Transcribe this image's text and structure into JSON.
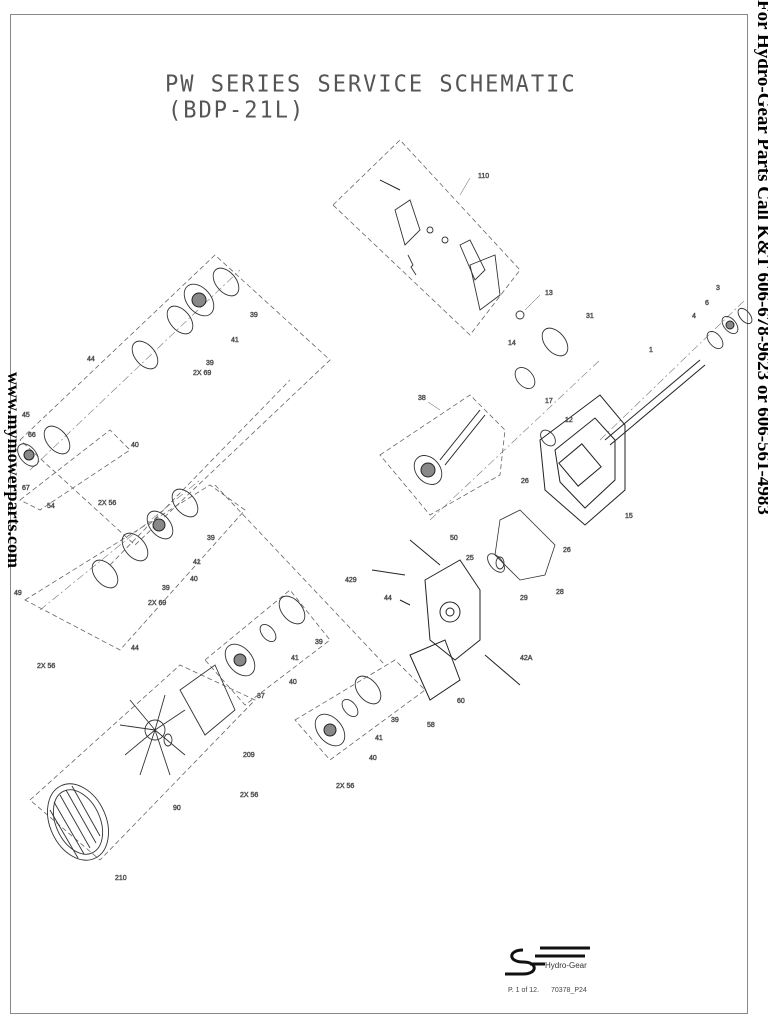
{
  "title": {
    "line1": "PW SERIES SERVICE SCHEMATIC",
    "line2": "(BDP-21L)"
  },
  "side_text": {
    "right": "For Hydro-Gear Parts Call K&T 606-678-9623 or 606-561-4983",
    "left": "www.mymowerparts.com"
  },
  "logo": {
    "name": "Hydro-Gear"
  },
  "footer": {
    "page": "P. 1 of 12.",
    "code": "70378_P24"
  },
  "callouts": [
    "110",
    "13",
    "31",
    "14",
    "17",
    "3",
    "6",
    "4",
    "1",
    "38",
    "12",
    "26",
    "15",
    "26",
    "50",
    "25",
    "429",
    "44",
    "28",
    "29",
    "42A",
    "60",
    "58",
    "39",
    "41",
    "40",
    "2X 56",
    "39",
    "41",
    "2X 69",
    "39",
    "44",
    "45",
    "66",
    "40",
    "54",
    "67",
    "2X 56",
    "39",
    "41",
    "2X 69",
    "39",
    "40",
    "49",
    "44",
    "2X 56",
    "39",
    "41",
    "40",
    "37",
    "209",
    "2X 56",
    "90",
    "210"
  ],
  "colors": {
    "ink": "#333333",
    "guide": "#555555",
    "border": "#888888"
  }
}
